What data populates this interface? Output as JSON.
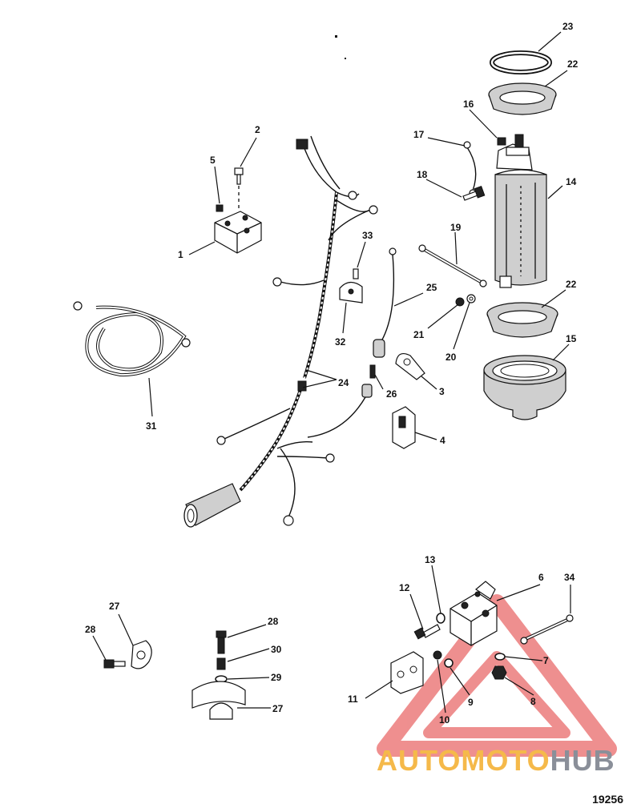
{
  "figure_number": "19256",
  "watermark": {
    "text_part1": "AUTOMOTO",
    "text_part2": "HUB",
    "color_part1": "#f5b94a",
    "color_part2": "#8a8f99",
    "triangle_color": "#e96a6a"
  },
  "callouts": [
    "1",
    "2",
    "3",
    "4",
    "5",
    "6",
    "7",
    "8",
    "9",
    "10",
    "11",
    "12",
    "13",
    "14",
    "15",
    "16",
    "17",
    "18",
    "19",
    "20",
    "21",
    "22",
    "22",
    "23",
    "24",
    "25",
    "26",
    "27",
    "27",
    "28",
    "28",
    "29",
    "30",
    "31",
    "32",
    "33",
    "34"
  ]
}
